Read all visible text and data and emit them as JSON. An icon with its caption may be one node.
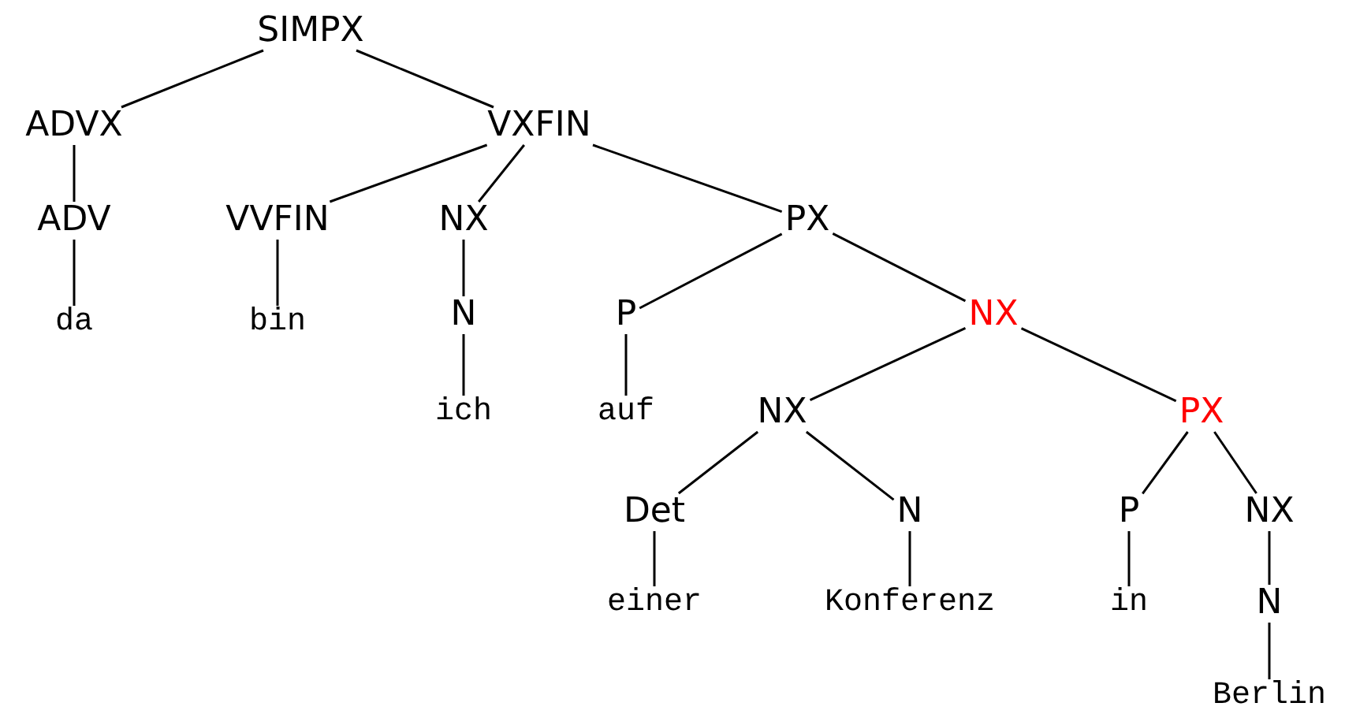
{
  "diagram": {
    "nodes": [
      {
        "text": [
          "SIMPX"
        ]
      },
      {
        "text": [
          "ADVX"
        ]
      },
      {
        "text": [
          "VXFIN"
        ]
      },
      {
        "text": [
          "ADV"
        ]
      },
      {
        "text": [
          "VVFIN"
        ]
      },
      {
        "text": [
          "NX"
        ]
      },
      {
        "text": [
          "PX"
        ]
      },
      {
        "text": [
          "da"
        ]
      },
      {
        "text": [
          "bin"
        ]
      },
      {
        "text": [
          "N"
        ]
      },
      {
        "text": [
          "P"
        ]
      },
      {
        "text": [
          "NX"
        ]
      },
      {
        "text": [
          "ich"
        ]
      },
      {
        "text": [
          "auf"
        ]
      },
      {
        "text": [
          "NX"
        ]
      },
      {
        "text": [
          "PX"
        ]
      },
      {
        "text": [
          "Det"
        ]
      },
      {
        "text": [
          "N"
        ]
      },
      {
        "text": [
          "P"
        ]
      },
      {
        "text": [
          "NX"
        ]
      },
      {
        "text": [
          "einer"
        ]
      },
      {
        "text": [
          "Konferenz"
        ]
      },
      {
        "text": [
          "in"
        ]
      },
      {
        "text": [
          "N"
        ]
      },
      {
        "text": [
          "Berlin"
        ]
      }
    ],
    "edges": [
      {
        "from": 0,
        "to": 1,
        "arrow": "none"
      },
      {
        "from": 0,
        "to": 2,
        "arrow": "none"
      },
      {
        "from": 1,
        "to": 3,
        "arrow": "none"
      },
      {
        "from": 2,
        "to": 4,
        "arrow": "none"
      },
      {
        "from": 2,
        "to": 5,
        "arrow": "none"
      },
      {
        "from": 2,
        "to": 6,
        "arrow": "none"
      },
      {
        "from": 3,
        "to": 7,
        "arrow": "none"
      },
      {
        "from": 4,
        "to": 8,
        "arrow": "none"
      },
      {
        "from": 5,
        "to": 9,
        "arrow": "none"
      },
      {
        "from": 6,
        "to": 10,
        "arrow": "none"
      },
      {
        "from": 6,
        "to": 11,
        "arrow": "none"
      },
      {
        "from": 9,
        "to": 12,
        "arrow": "none"
      },
      {
        "from": 10,
        "to": 13,
        "arrow": "none"
      },
      {
        "from": 11,
        "to": 14,
        "arrow": "none"
      },
      {
        "from": 11,
        "to": 15,
        "arrow": "none"
      },
      {
        "from": 14,
        "to": 16,
        "arrow": "none"
      },
      {
        "from": 14,
        "to": 17,
        "arrow": "none"
      },
      {
        "from": 15,
        "to": 18,
        "arrow": "none"
      },
      {
        "from": 15,
        "to": 19,
        "arrow": "none"
      },
      {
        "from": 16,
        "to": 20,
        "arrow": "none"
      },
      {
        "from": 17,
        "to": 21,
        "arrow": "none"
      },
      {
        "from": 18,
        "to": 22,
        "arrow": "none"
      },
      {
        "from": 19,
        "to": 23,
        "arrow": "none"
      },
      {
        "from": 23,
        "to": 24,
        "arrow": "none"
      }
    ]
  }
}
